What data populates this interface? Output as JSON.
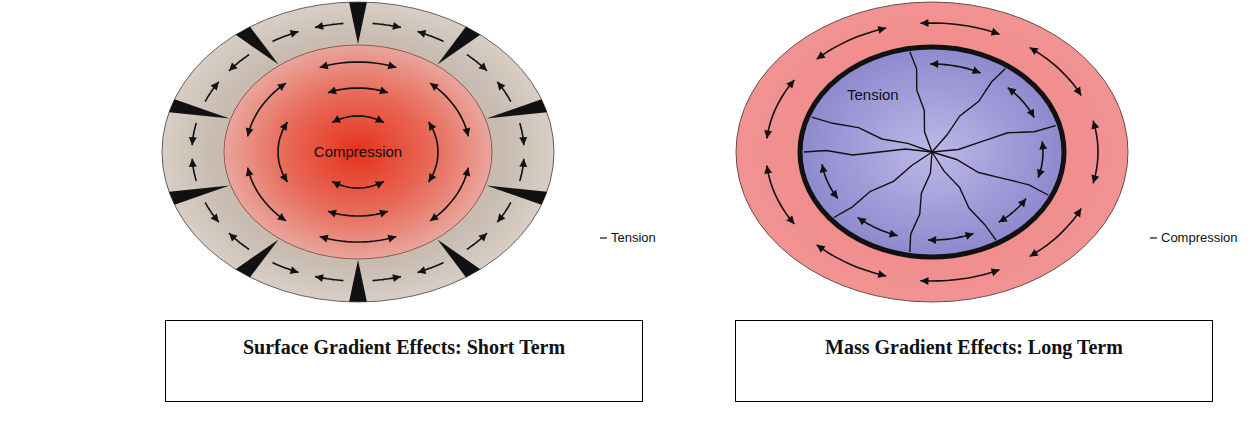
{
  "diagram": {
    "nodes": [
      {
        "text": [
          "Compression"
        ]
      },
      {
        "text": [
          "Tension"
        ]
      },
      {
        "text": [
          "Surface Gradient Effects: Short Term"
        ]
      },
      {
        "text": [
          "Mass Gradient Effects: Long Term"
        ]
      }
    ],
    "labels": [
      "Tension",
      "Compression"
    ]
  }
}
